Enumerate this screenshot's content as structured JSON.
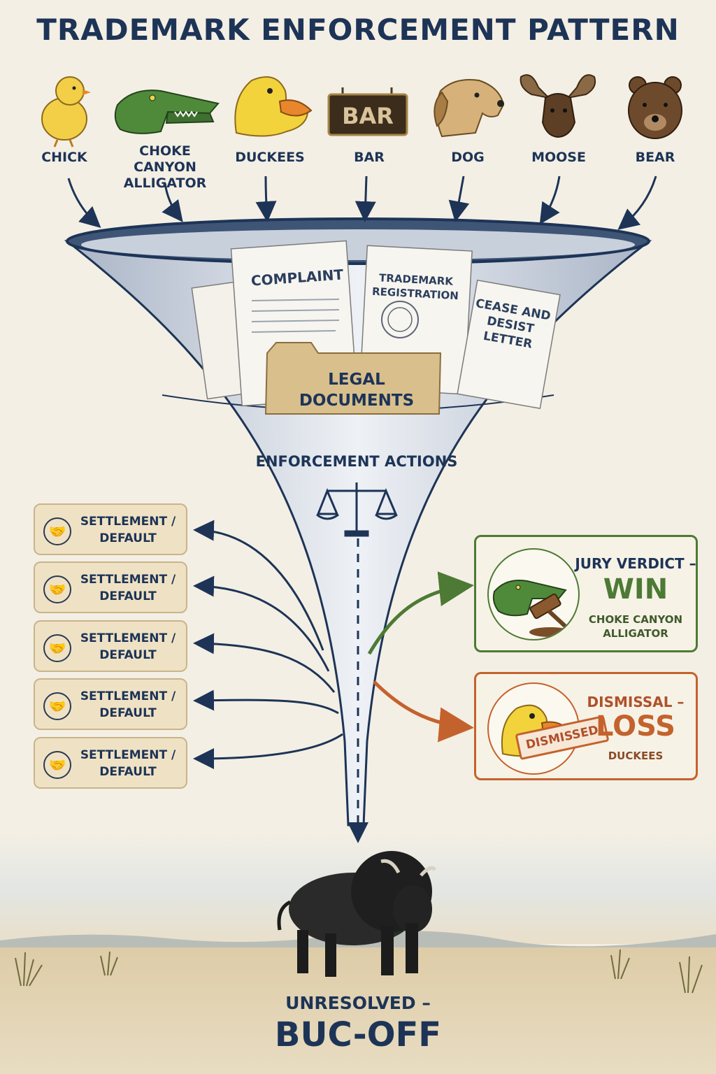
{
  "title": "TRADEMARK ENFORCEMENT PATTERN",
  "marks": [
    {
      "label": "CHICK",
      "icon": "chick-icon"
    },
    {
      "label": "CHOKE CANYON\nALLIGATOR",
      "icon": "alligator-icon"
    },
    {
      "label": "DUCKEES",
      "icon": "duck-icon"
    },
    {
      "label": "BAR",
      "icon": "bar-sign-icon",
      "sign_text": "BAR"
    },
    {
      "label": "DOG",
      "icon": "dog-icon"
    },
    {
      "label": "MOOSE",
      "icon": "moose-icon"
    },
    {
      "label": "BEAR",
      "icon": "bear-icon"
    }
  ],
  "funnel": {
    "documents": {
      "complaint": "COMPLAINT",
      "registration": "TRADEMARK\nREGISTRATION",
      "cease": "CEASE AND\nDESIST\nLETTER",
      "folder": "LEGAL\nDOCUMENTS"
    },
    "stage_label": "ENFORCEMENT ACTIONS",
    "stage_icon": "scales-of-justice-icon"
  },
  "settlements": [
    {
      "label": "SETTLEMENT /\nDEFAULT",
      "icon": "handshake-icon"
    },
    {
      "label": "SETTLEMENT /\nDEFAULT",
      "icon": "handshake-icon"
    },
    {
      "label": "SETTLEMENT /\nDEFAULT",
      "icon": "handshake-icon"
    },
    {
      "label": "SETTLEMENT /\nDEFAULT",
      "icon": "handshake-icon"
    },
    {
      "label": "SETTLEMENT /\nDEFAULT",
      "icon": "handshake-icon"
    }
  ],
  "outcomes": {
    "win": {
      "heading": "JURY VERDICT –",
      "result": "WIN",
      "party": "CHOKE CANYON\nALLIGATOR",
      "icons": [
        "alligator-icon",
        "gavel-icon"
      ]
    },
    "loss": {
      "heading": "DISMISSAL –",
      "result": "LOSS",
      "party": "DUCKEES",
      "stamp": "DISMISSED",
      "icon": "duck-icon"
    }
  },
  "bottom": {
    "subtitle": "UNRESOLVED –",
    "title": "BUC-OFF",
    "icon": "bison-icon"
  },
  "colors": {
    "navy": "#1d3457",
    "win_green": "#4d7a34",
    "loss_orange": "#c4622d",
    "settlement_fill": "#efe2c4",
    "background": "#f4efe4"
  }
}
